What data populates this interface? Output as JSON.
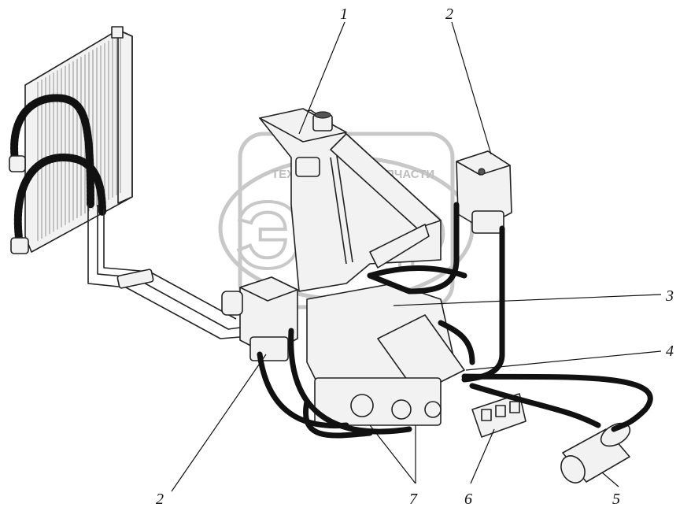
{
  "watermark": {
    "line1_left": "ТЕХНИКА",
    "line1_right": "ЗАПЧАСТИ",
    "big_letters": "ЭЛФ"
  },
  "callouts": [
    {
      "id": "1",
      "label": "1"
    },
    {
      "id": "2a",
      "label": "2"
    },
    {
      "id": "3",
      "label": "3"
    },
    {
      "id": "4",
      "label": "4"
    },
    {
      "id": "2b",
      "label": "2"
    },
    {
      "id": "7",
      "label": "7"
    },
    {
      "id": "6",
      "label": "6"
    },
    {
      "id": "5",
      "label": "5"
    }
  ],
  "colors": {
    "line": "#111111",
    "fill": "#f2f2f2",
    "watermark": "#c8c8c8"
  }
}
